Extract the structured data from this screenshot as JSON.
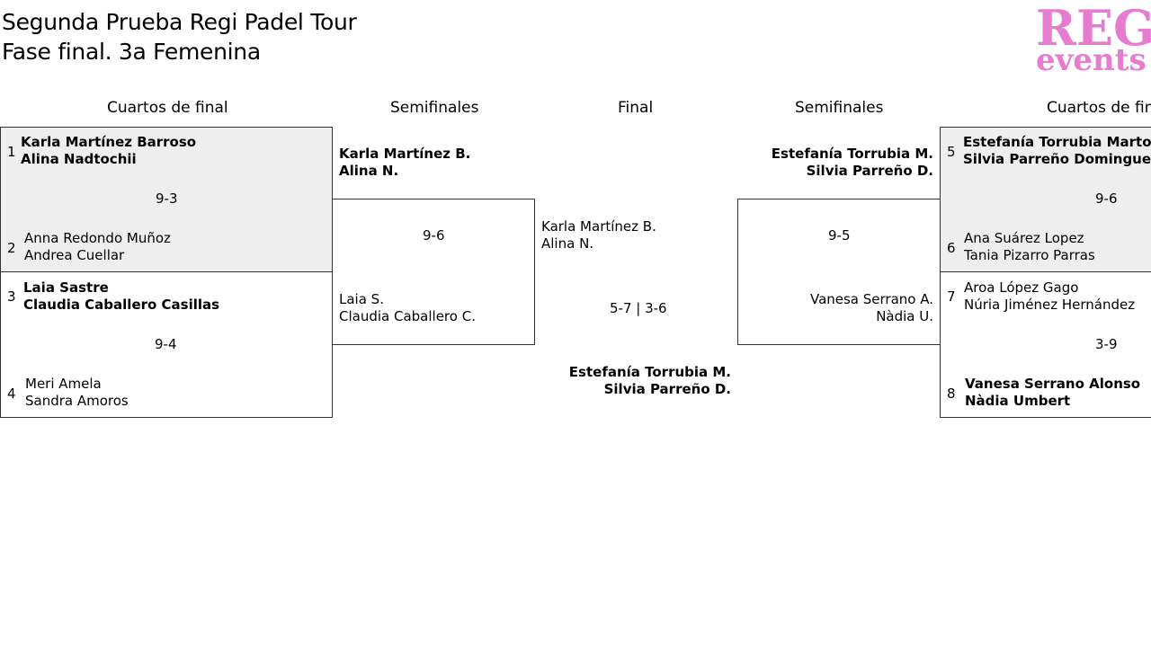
{
  "header": {
    "title_line1": "Segunda Prueba Regi Padel Tour",
    "title_line2": "Fase final. 3a Femenina",
    "logo_text_top": "REGI",
    "logo_text_bottom": "events",
    "logo_color": "#e67bcf"
  },
  "columns": {
    "qf_left": "Cuartos de final",
    "sf_left": "Semifinales",
    "final": "Final",
    "sf_right": "Semifinales",
    "qf_right": "Cuartos de final"
  },
  "quarterfinals": [
    {
      "seed_top": "1",
      "top": [
        "Karla Martínez Barroso",
        "Alina Nadtochii"
      ],
      "score": "9-3",
      "seed_bottom": "2",
      "bottom": [
        "Anna Redondo Muñoz",
        "Andrea Cuellar"
      ]
    },
    {
      "seed_top": "3",
      "top": [
        "Laia Sastre",
        "Claudia Caballero Casillas"
      ],
      "score": "9-4",
      "seed_bottom": "4",
      "bottom": [
        "Meri Amela",
        "Sandra Amoros"
      ]
    },
    {
      "seed_top": "5",
      "top": [
        "Estefanía Torrubia Martos",
        "Silvia Parreño Dominguez"
      ],
      "score": "9-6",
      "seed_bottom": "6",
      "bottom": [
        "Ana Suárez Lopez",
        "Tania Pizarro Parras"
      ]
    },
    {
      "seed_top": "7",
      "top": [
        "Aroa López Gago",
        "Núria Jiménez Hernández"
      ],
      "score": "3-9",
      "seed_bottom": "8",
      "bottom": [
        "Vanesa Serrano Alonso",
        "Nàdia Umbert"
      ]
    }
  ],
  "semifinals": [
    {
      "top": [
        "Karla Martínez B.",
        "Alina N."
      ],
      "score": "9-6",
      "bottom": [
        "Laia S.",
        "Claudia Caballero C."
      ]
    },
    {
      "top": [
        "Estefanía Torrubia M.",
        "Silvia Parreño D."
      ],
      "score": "9-5",
      "bottom": [
        "Vanesa Serrano A.",
        "Nàdia U."
      ]
    }
  ],
  "final": {
    "top": [
      "Karla Martínez B.",
      "Alina N."
    ],
    "score": "5-7 | 3-6",
    "bottom": [
      "Estefanía Torrubia M.",
      "Silvia Parreño D."
    ]
  }
}
